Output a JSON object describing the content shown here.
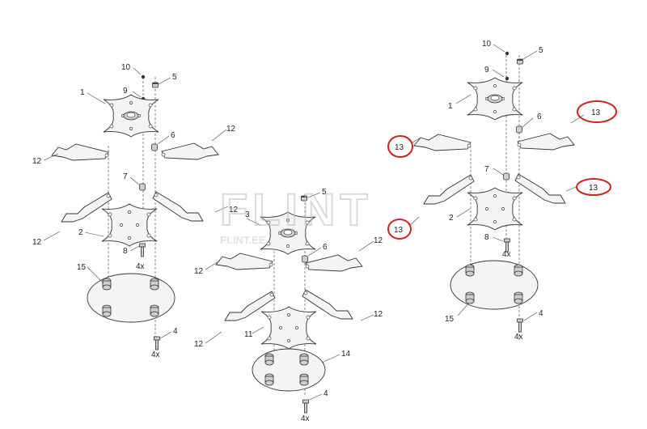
{
  "watermark": {
    "logo": "FLINT",
    "site": "FLINT.EE"
  },
  "assembly_left": {
    "labels": {
      "p10": "10",
      "p5": "5",
      "p9": "9",
      "p1": "1",
      "p6": "6",
      "p12a": "12",
      "p12b": "12",
      "p7": "7",
      "p12c": "12",
      "p12d": "12",
      "p2": "2",
      "p8": "8",
      "q4x_8": "4x",
      "p15": "15",
      "p4": "4",
      "q4x_4": "4x"
    }
  },
  "assembly_middle": {
    "labels": {
      "p5": "5",
      "p3": "3",
      "p6": "6",
      "p12a": "12",
      "p12b": "12",
      "p12c": "12",
      "p12d": "12",
      "p11": "11",
      "p14": "14",
      "p4": "4",
      "q4x": "4x"
    }
  },
  "assembly_right": {
    "labels": {
      "p10": "10",
      "p5": "5",
      "p9": "9",
      "p1": "1",
      "p6": "6",
      "p7": "7",
      "p2": "2",
      "p8": "8",
      "q4x_8": "4x",
      "p15": "15",
      "p4": "4",
      "q4x_4": "4x"
    },
    "callouts": [
      "13",
      "13",
      "13",
      "13"
    ]
  }
}
